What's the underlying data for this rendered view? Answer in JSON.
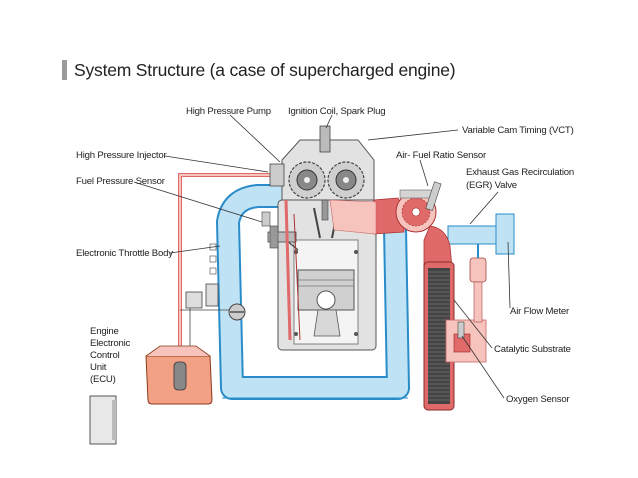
{
  "title": "System Structure (a case of supercharged engine)",
  "labels": {
    "high_pressure_pump": "High Pressure Pump",
    "ignition_coil": "Ignition Coil, Spark Plug",
    "vct": "Variable Cam Timing (VCT)",
    "high_pressure_injector": "High Pressure Injector",
    "afr_sensor": "Air- Fuel Ratio Sensor",
    "egr_line1": "Exhaust Gas Recirculation",
    "egr_line2": "(EGR) Valve",
    "fuel_pressure_sensor": "Fuel Pressure Sensor",
    "throttle_body": "Electronic Throttle Body",
    "air_flow_meter": "Air Flow Meter",
    "ecu_line1": "Engine",
    "ecu_line2": "Electronic",
    "ecu_line3": "Control",
    "ecu_line4": "Unit",
    "ecu_line5": "(ECU)",
    "catalytic_substrate": "Catalytic Substrate",
    "oxygen_sensor": "Oxygen Sensor"
  },
  "colors": {
    "intake_blue": "#bfe3f5",
    "intake_stroke": "#2a8cc8",
    "exhaust_red": "#e06a6a",
    "exhaust_light": "#f6c4bc",
    "fuel_tank": "#f2a184",
    "engine_gray": "#e2e2e2"
  }
}
